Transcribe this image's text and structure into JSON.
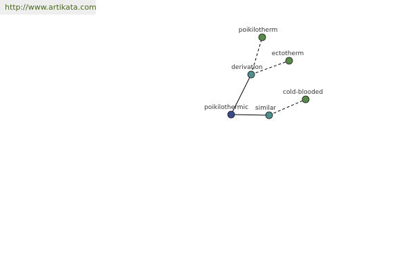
{
  "header": {
    "url": "http://www.artikata.com"
  },
  "graph": {
    "nodes": [
      {
        "id": "poikilothermic",
        "label": "poikilothermic",
        "color": "#3b4a8c"
      },
      {
        "id": "derivation",
        "label": "derivation",
        "color": "#4e8e8e"
      },
      {
        "id": "similar",
        "label": "similar",
        "color": "#4e8e8e"
      },
      {
        "id": "poikilotherm",
        "label": "poikilotherm",
        "color": "#5a8a4a"
      },
      {
        "id": "ectotherm",
        "label": "ectotherm",
        "color": "#5a8a4a"
      },
      {
        "id": "cold-blooded",
        "label": "cold-blooded",
        "color": "#5a8a4a"
      }
    ]
  }
}
